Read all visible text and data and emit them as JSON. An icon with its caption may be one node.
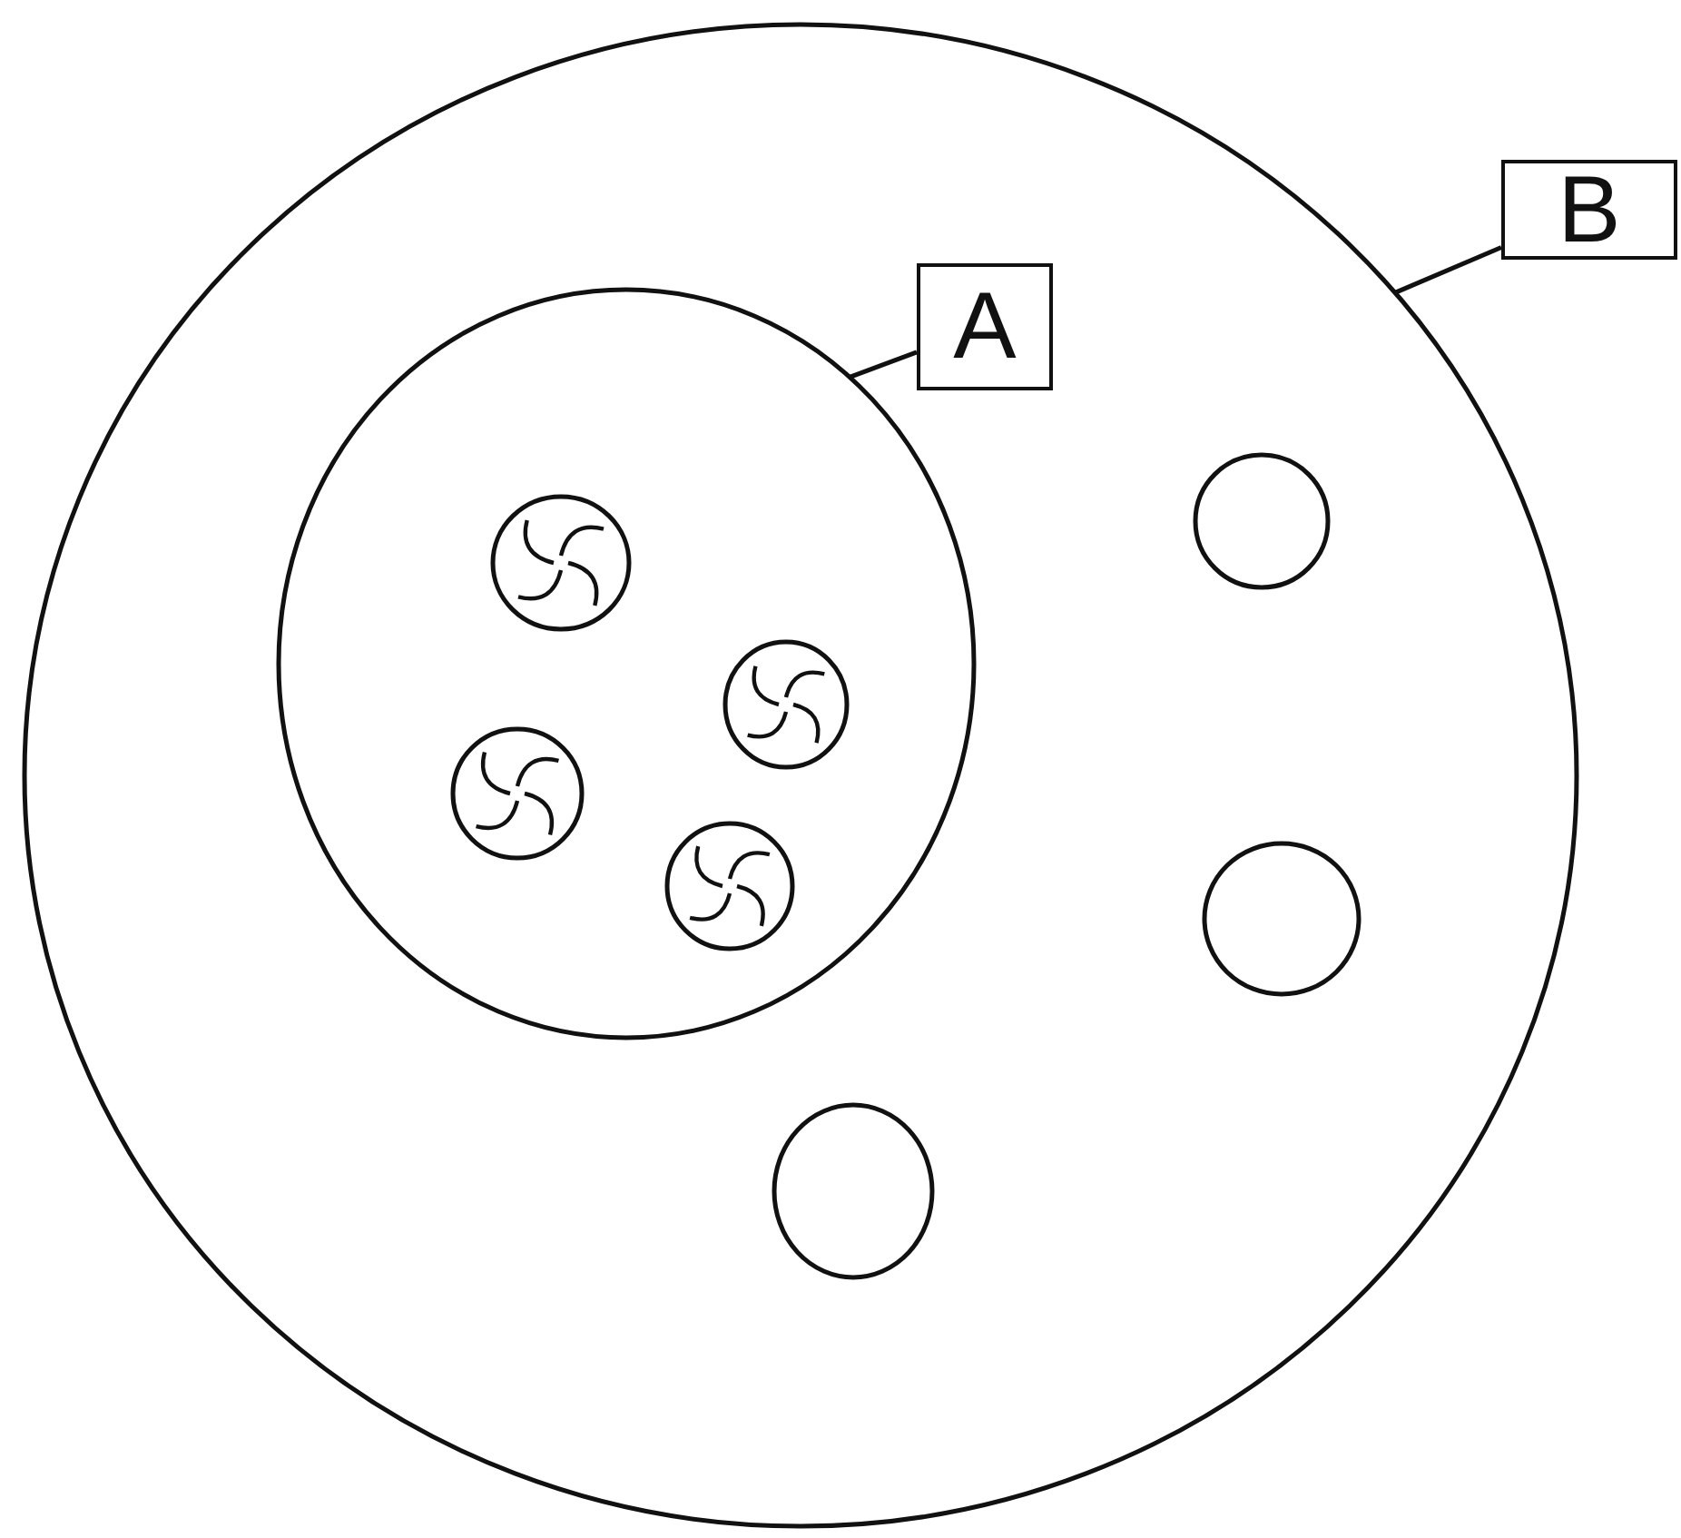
{
  "diagram": {
    "nodes": [
      {
        "text": [],
        "shape": "circle"
      },
      {
        "text": [],
        "shape": "circle",
        "in": 0
      },
      {
        "text": [],
        "shape": "circle",
        "in": 1
      },
      {
        "text": [],
        "shape": "circle",
        "in": 1
      },
      {
        "text": [],
        "shape": "circle",
        "in": 1
      },
      {
        "text": [],
        "shape": "circle",
        "in": 1
      },
      {
        "text": [],
        "shape": "circle",
        "in": 0
      },
      {
        "text": [],
        "shape": "circle",
        "in": 0
      },
      {
        "text": [],
        "shape": "circle",
        "in": 0
      },
      {
        "text": [
          "A"
        ],
        "in": 0
      },
      {
        "text": [
          "B"
        ]
      }
    ],
    "edges": [
      {
        "from": 9,
        "to": 1,
        "arrow": "none"
      },
      {
        "from": 10,
        "to": 0,
        "arrow": "none"
      }
    ]
  }
}
